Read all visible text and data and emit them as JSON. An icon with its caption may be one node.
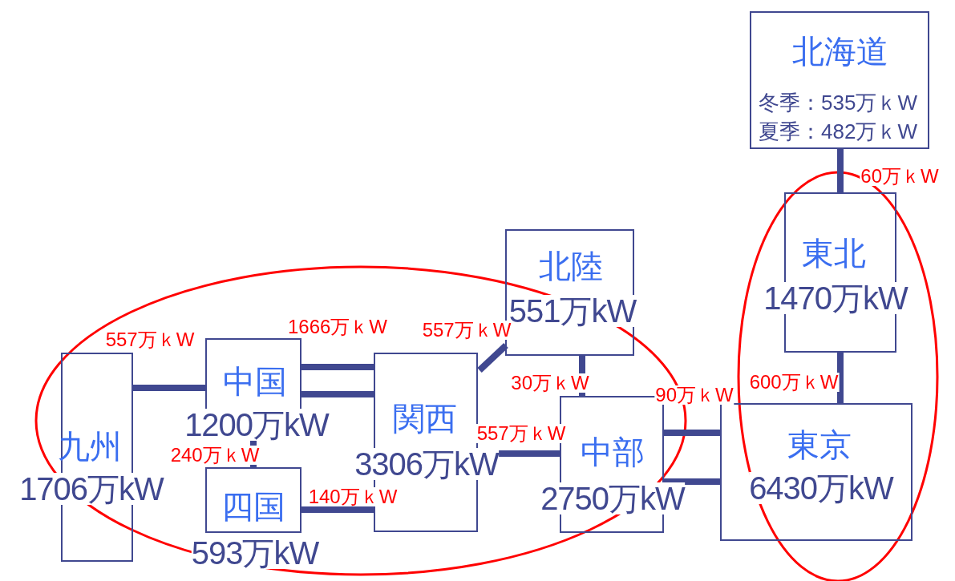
{
  "diagram": {
    "nodes": [
      {
        "text": [
          "北海道",
          "冬季：535万ｋW",
          "夏季：482万ｋW"
        ]
      },
      {
        "text": [
          "東北",
          "1470万kW"
        ]
      },
      {
        "text": [
          "北陸",
          "551万kW"
        ]
      },
      {
        "text": [
          "九州",
          "1706万kW"
        ]
      },
      {
        "text": [
          "中国",
          "1200万kW"
        ]
      },
      {
        "text": [
          "関西",
          "3306万kW"
        ]
      },
      {
        "text": [
          "中部",
          "2750万kW"
        ]
      },
      {
        "text": [
          "東京",
          "6430万kW"
        ]
      },
      {
        "text": [
          "四国",
          "593万kW"
        ]
      }
    ],
    "edges": [
      {
        "from": 0,
        "to": 1,
        "arrow": "none",
        "label": "60万ｋW"
      },
      {
        "from": 1,
        "to": 7,
        "arrow": "none",
        "label": "600万ｋW"
      },
      {
        "from": 3,
        "to": 4,
        "arrow": "none",
        "label": "557万ｋW"
      },
      {
        "from": 4,
        "to": 5,
        "arrow": "none",
        "label": "1666万ｋW"
      },
      {
        "from": 4,
        "to": 5,
        "arrow": "none"
      },
      {
        "from": 5,
        "to": 2,
        "arrow": "none",
        "label": "557万ｋW"
      },
      {
        "from": 2,
        "to": 6,
        "arrow": "none",
        "label": "30万ｋW"
      },
      {
        "from": 5,
        "to": 6,
        "arrow": "none",
        "label": "557万ｋW"
      },
      {
        "from": 6,
        "to": 7,
        "arrow": "none",
        "label": "90万ｋW"
      },
      {
        "from": 6,
        "to": 7,
        "arrow": "none"
      },
      {
        "from": 4,
        "to": 8,
        "arrow": "none",
        "label": "240万ｋW"
      },
      {
        "from": 8,
        "to": 5,
        "arrow": "none",
        "label": "140万ｋW"
      }
    ]
  }
}
